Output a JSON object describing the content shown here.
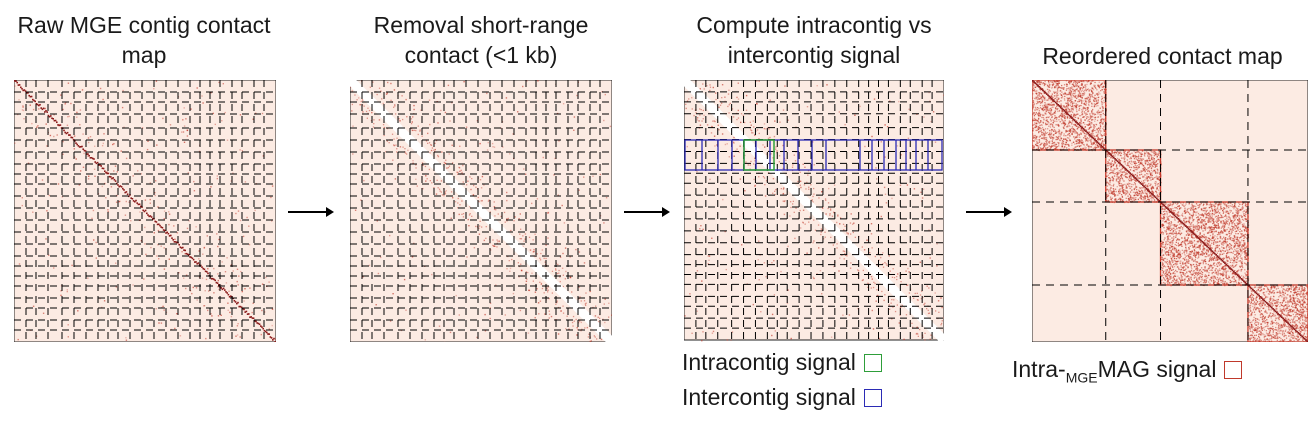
{
  "titles": {
    "raw": "Raw MGE contig contact map",
    "removal": "Removal short-range contact (<1 kb)",
    "compute": "Compute intracontig vs intercontig signal",
    "reordered": "Reordered contact map"
  },
  "legend": {
    "intracontig": "Intracontig signal",
    "intercontig": "Intercontig signal",
    "intra_prefix": "Intra-",
    "intra_sub": "MGE",
    "intra_suffix": "MAG signal"
  },
  "colors": {
    "background": "#fcebe3",
    "dots": "#c0392b",
    "diagonal": "#8b1a1a",
    "intracontig": "#2e9e3a",
    "intercontig": "#2b2bb5",
    "mag_box": "#c0392b",
    "dashes": "#000000"
  }
}
